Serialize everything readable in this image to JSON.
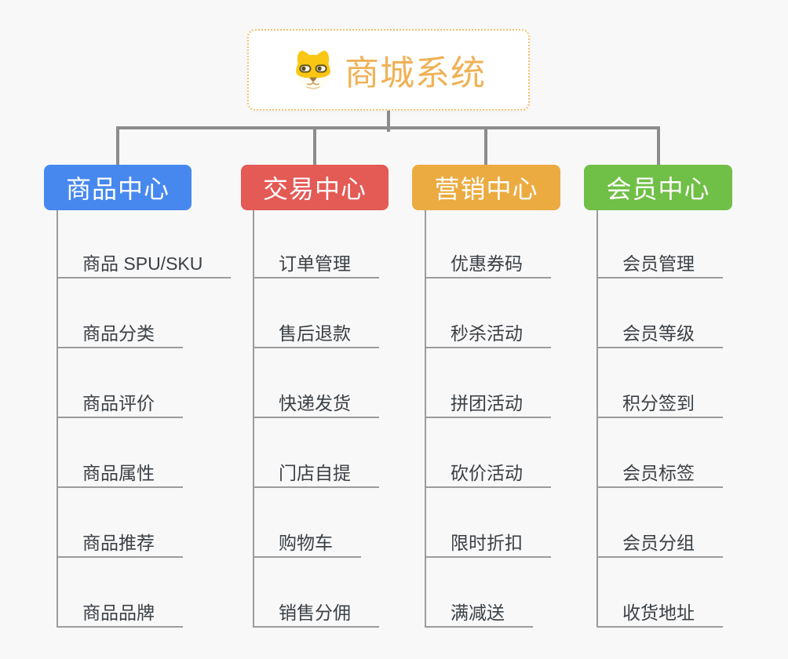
{
  "root": {
    "title": "商城系统",
    "icon": "shiba-dog-icon"
  },
  "branches": [
    {
      "label": "商品中心",
      "color": "#4788ef",
      "items": [
        "商品 SPU/SKU",
        "商品分类",
        "商品评价",
        "商品属性",
        "商品推荐",
        "商品品牌"
      ]
    },
    {
      "label": "交易中心",
      "color": "#e45a55",
      "items": [
        "订单管理",
        "售后退款",
        "快递发货",
        "门店自提",
        "购物车",
        "销售分佣"
      ]
    },
    {
      "label": "营销中心",
      "color": "#ecab41",
      "items": [
        "优惠券码",
        "秒杀活动",
        "拼团活动",
        "砍价活动",
        "限时折扣",
        "满减送"
      ]
    },
    {
      "label": "会员中心",
      "color": "#70bf46",
      "items": [
        "会员管理",
        "会员等级",
        "积分签到",
        "会员标签",
        "会员分组",
        "收货地址"
      ]
    }
  ],
  "colors": {
    "background": "#f8f8f8",
    "connector": "#8c8c8c",
    "topic_line": "#9c9c9c",
    "topic_text": "#3b4045",
    "root_accent": "#efb257",
    "root_border": "#f2c36e"
  }
}
